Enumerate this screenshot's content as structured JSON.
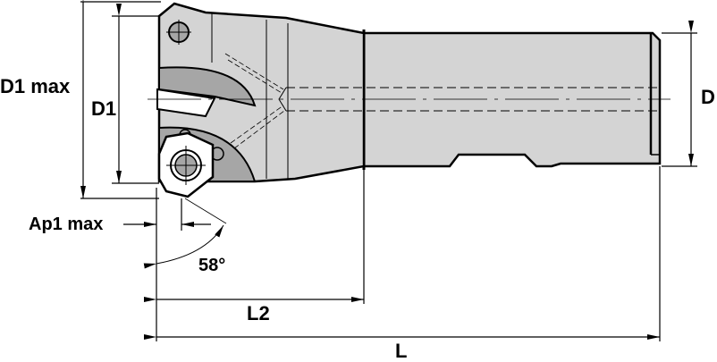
{
  "diagram": {
    "title": "Indexable face mill with cylindrical shank - dimension drawing",
    "colors": {
      "body_fill": "#d4d4d4",
      "pocket_fill": "#a6a6a6",
      "line": "#000000",
      "insert_fill": "#ffffff"
    },
    "labels": {
      "d1_max": "D1 max",
      "d1": "D1",
      "d": "D",
      "ap1_max": "Ap1 max",
      "angle": "58°",
      "l2": "L2",
      "l": "L"
    },
    "components": [
      "cutting-head",
      "hex-insert",
      "rhombic-insert",
      "screw",
      "shank",
      "coolant-channel"
    ]
  }
}
